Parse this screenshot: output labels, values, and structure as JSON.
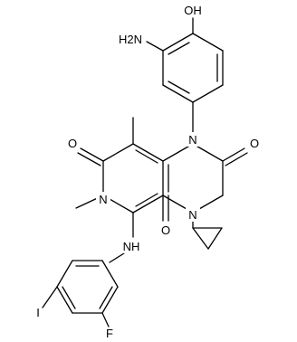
{
  "atoms": {
    "oh": "OH",
    "nh2_amino": "H2N",
    "n1": "N",
    "n3": "N",
    "n6": "N",
    "o2": "O",
    "o4": "O",
    "o7": "O",
    "nh": "NH",
    "f": "F",
    "i": "I"
  }
}
